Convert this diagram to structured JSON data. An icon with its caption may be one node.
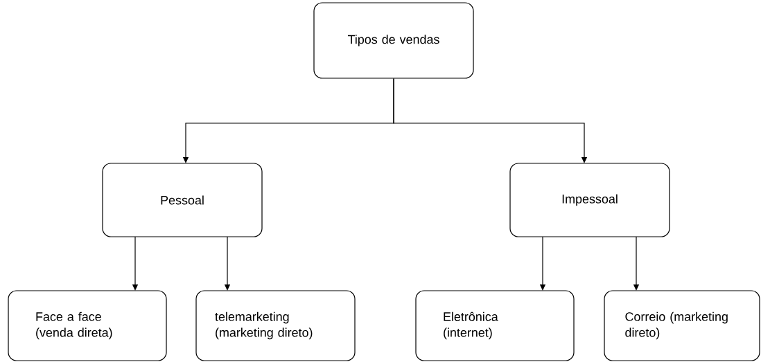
{
  "diagram": {
    "nodes": [
      {
        "text": [
          "Tipos de vendas"
        ]
      },
      {
        "text": [
          "Pessoal"
        ]
      },
      {
        "text": [
          "Impessoal"
        ]
      },
      {
        "text": [
          "Face a face (venda direta)"
        ]
      },
      {
        "text": [
          "telemarketing (marketing direto)"
        ]
      },
      {
        "text": [
          "Eletrônica (internet)"
        ]
      },
      {
        "text": [
          "Correio (marketing direto)"
        ]
      }
    ],
    "edges": [
      {
        "from": 0,
        "to": 1,
        "arrow": "to"
      },
      {
        "from": 0,
        "to": 2,
        "arrow": "to"
      },
      {
        "from": 1,
        "to": 3,
        "arrow": "to"
      },
      {
        "from": 1,
        "to": 4,
        "arrow": "to"
      },
      {
        "from": 2,
        "to": 5,
        "arrow": "to"
      },
      {
        "from": 2,
        "to": 6,
        "arrow": "to"
      }
    ]
  }
}
